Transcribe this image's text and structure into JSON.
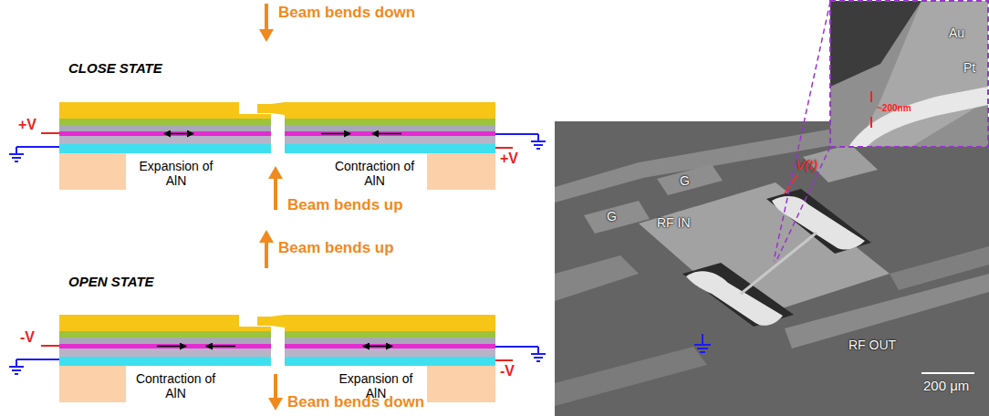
{
  "diagram": {
    "labels": [
      "CLOSE STATE",
      "Beam bends down",
      "+V",
      "Expansion of AlN",
      "Contraction of AlN",
      "+V",
      "Beam bends up",
      "OPEN STATE",
      "Beam bends up",
      "-V",
      "Contraction of AlN",
      "Expansion of AlN",
      "-V",
      "Beam bends down",
      "G",
      "RF IN",
      "G",
      "V(t)",
      "RF OUT",
      "200 μm",
      "Au",
      "Pt",
      "~200nm"
    ]
  }
}
